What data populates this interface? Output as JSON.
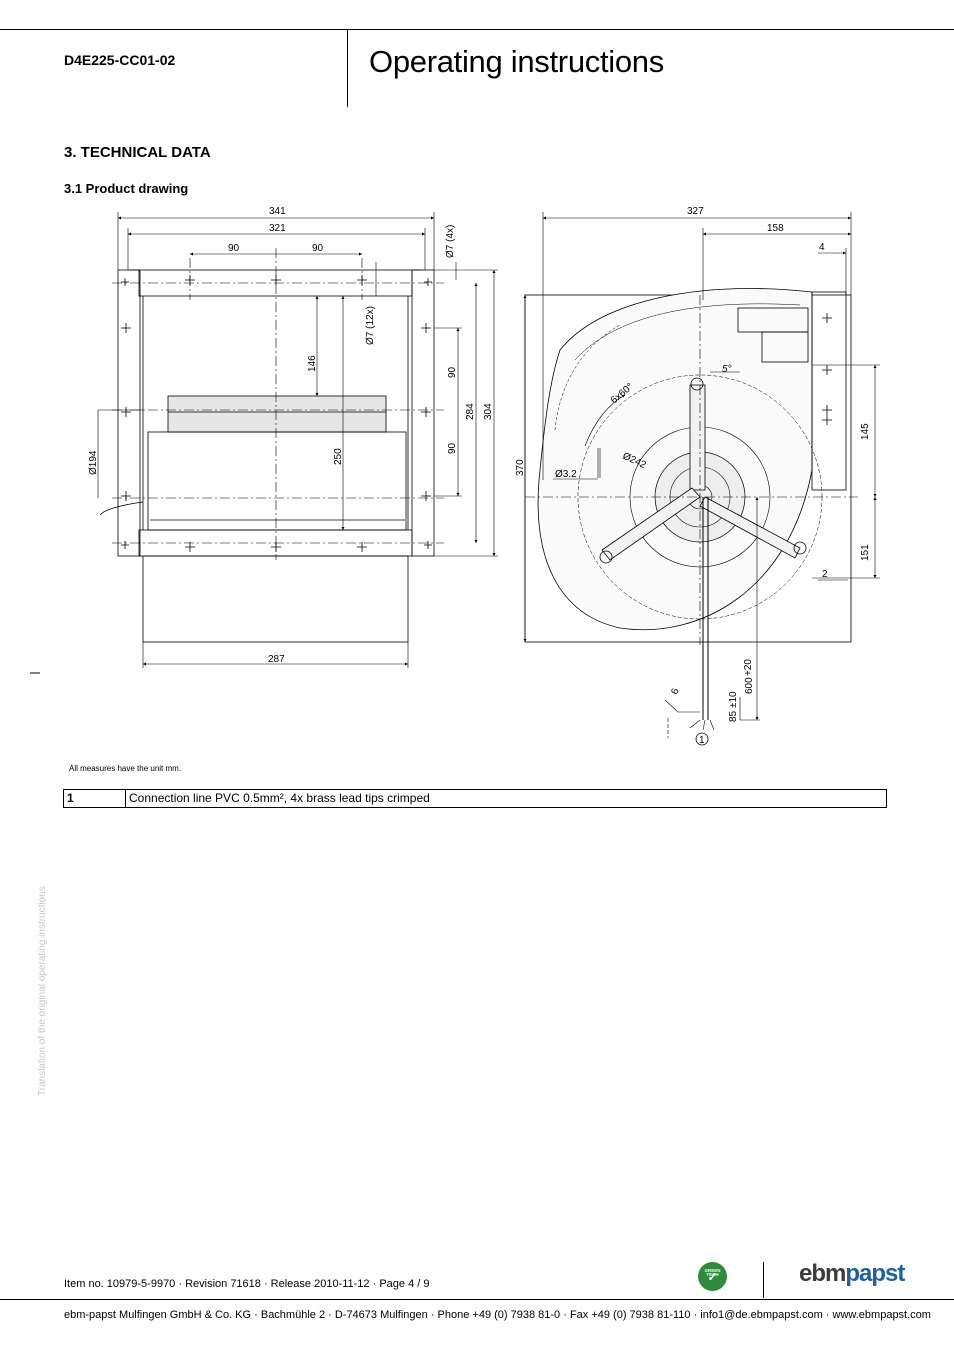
{
  "header": {
    "model": "D4E225-CC01-02",
    "title": "Operating instructions"
  },
  "section": {
    "title": "3. TECHNICAL DATA",
    "subtitle": "3.1 Product drawing"
  },
  "drawing": {
    "front": {
      "d341": "341",
      "d321": "321",
      "d90a": "90",
      "d90b": "90",
      "d7x4": "Ø7 (4x)",
      "d7x12": "Ø7 (12x)",
      "d146": "146",
      "d250": "250",
      "d194": "Ø194",
      "d90c": "90",
      "d90d": "90",
      "d284": "284",
      "d304": "304",
      "d287": "287"
    },
    "side": {
      "d327": "327",
      "d158": "158",
      "d4": "4",
      "d5deg": "5°",
      "d6x60": "6x60°",
      "d242": "Ø242",
      "d32": "Ø3.2",
      "d370": "370",
      "d145": "145",
      "d151": "151",
      "d2": "2",
      "d6": "6",
      "d600": "600",
      "d600tol": "+20",
      "d85": "85",
      "d85tol": "±10",
      "callout1": "1"
    }
  },
  "units_note": "All measures have the unit mm.",
  "legend": [
    {
      "num": "1",
      "text": "Connection line PVC 0.5mm², 4x brass lead tips crimped"
    }
  ],
  "side_note": "Translation of the original operating instructions",
  "footer": {
    "item": "Item no. 10979-5-9970 · Revision 71618 · Release 2010-11-12 · Page 4 / 9",
    "address": "ebm-papst Mulfingen GmbH & Co. KG · Bachmühle 2 · D-74673 Mulfingen · Phone +49 (0) 7938 81-0 · Fax +49 (0) 7938 81-110 · info1@de.ebmpapst.com · www.ebmpapst.com",
    "brand_a": "ebm",
    "brand_b": "papst",
    "badge_line1": "GREEN",
    "badge_line2": "TECH",
    "badge_check": "✓"
  }
}
